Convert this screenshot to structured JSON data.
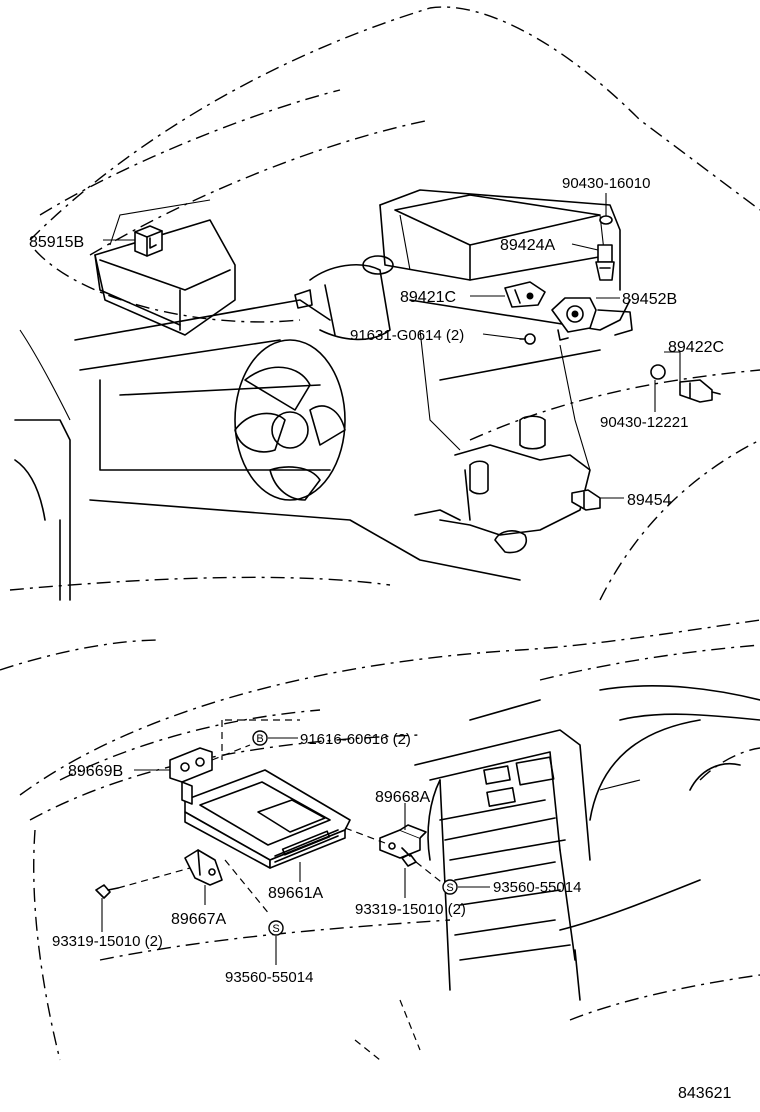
{
  "labels": {
    "p85915B": "85915B",
    "p90430_16010": "90430-16010",
    "p89424A": "89424A",
    "p89421C": "89421C",
    "p89452B": "89452B",
    "p91631": "91631-G0614 (2)",
    "p89422C": "89422C",
    "p90430_12221": "90430-12221",
    "p89454": "89454",
    "p91616": "91616-60616 (2)",
    "p89669B": "89669B",
    "p89668A": "89668A",
    "p89661A": "89661A",
    "p93319_right": "93319-15010 (2)",
    "p93560_right": "93560-55014",
    "p89667A": "89667A",
    "p93319_left": "93319-15010 (2)",
    "p93560_bottom": "93560-55014",
    "diagram_code": "843621"
  },
  "symbols": {
    "b": "B",
    "s": "S"
  }
}
